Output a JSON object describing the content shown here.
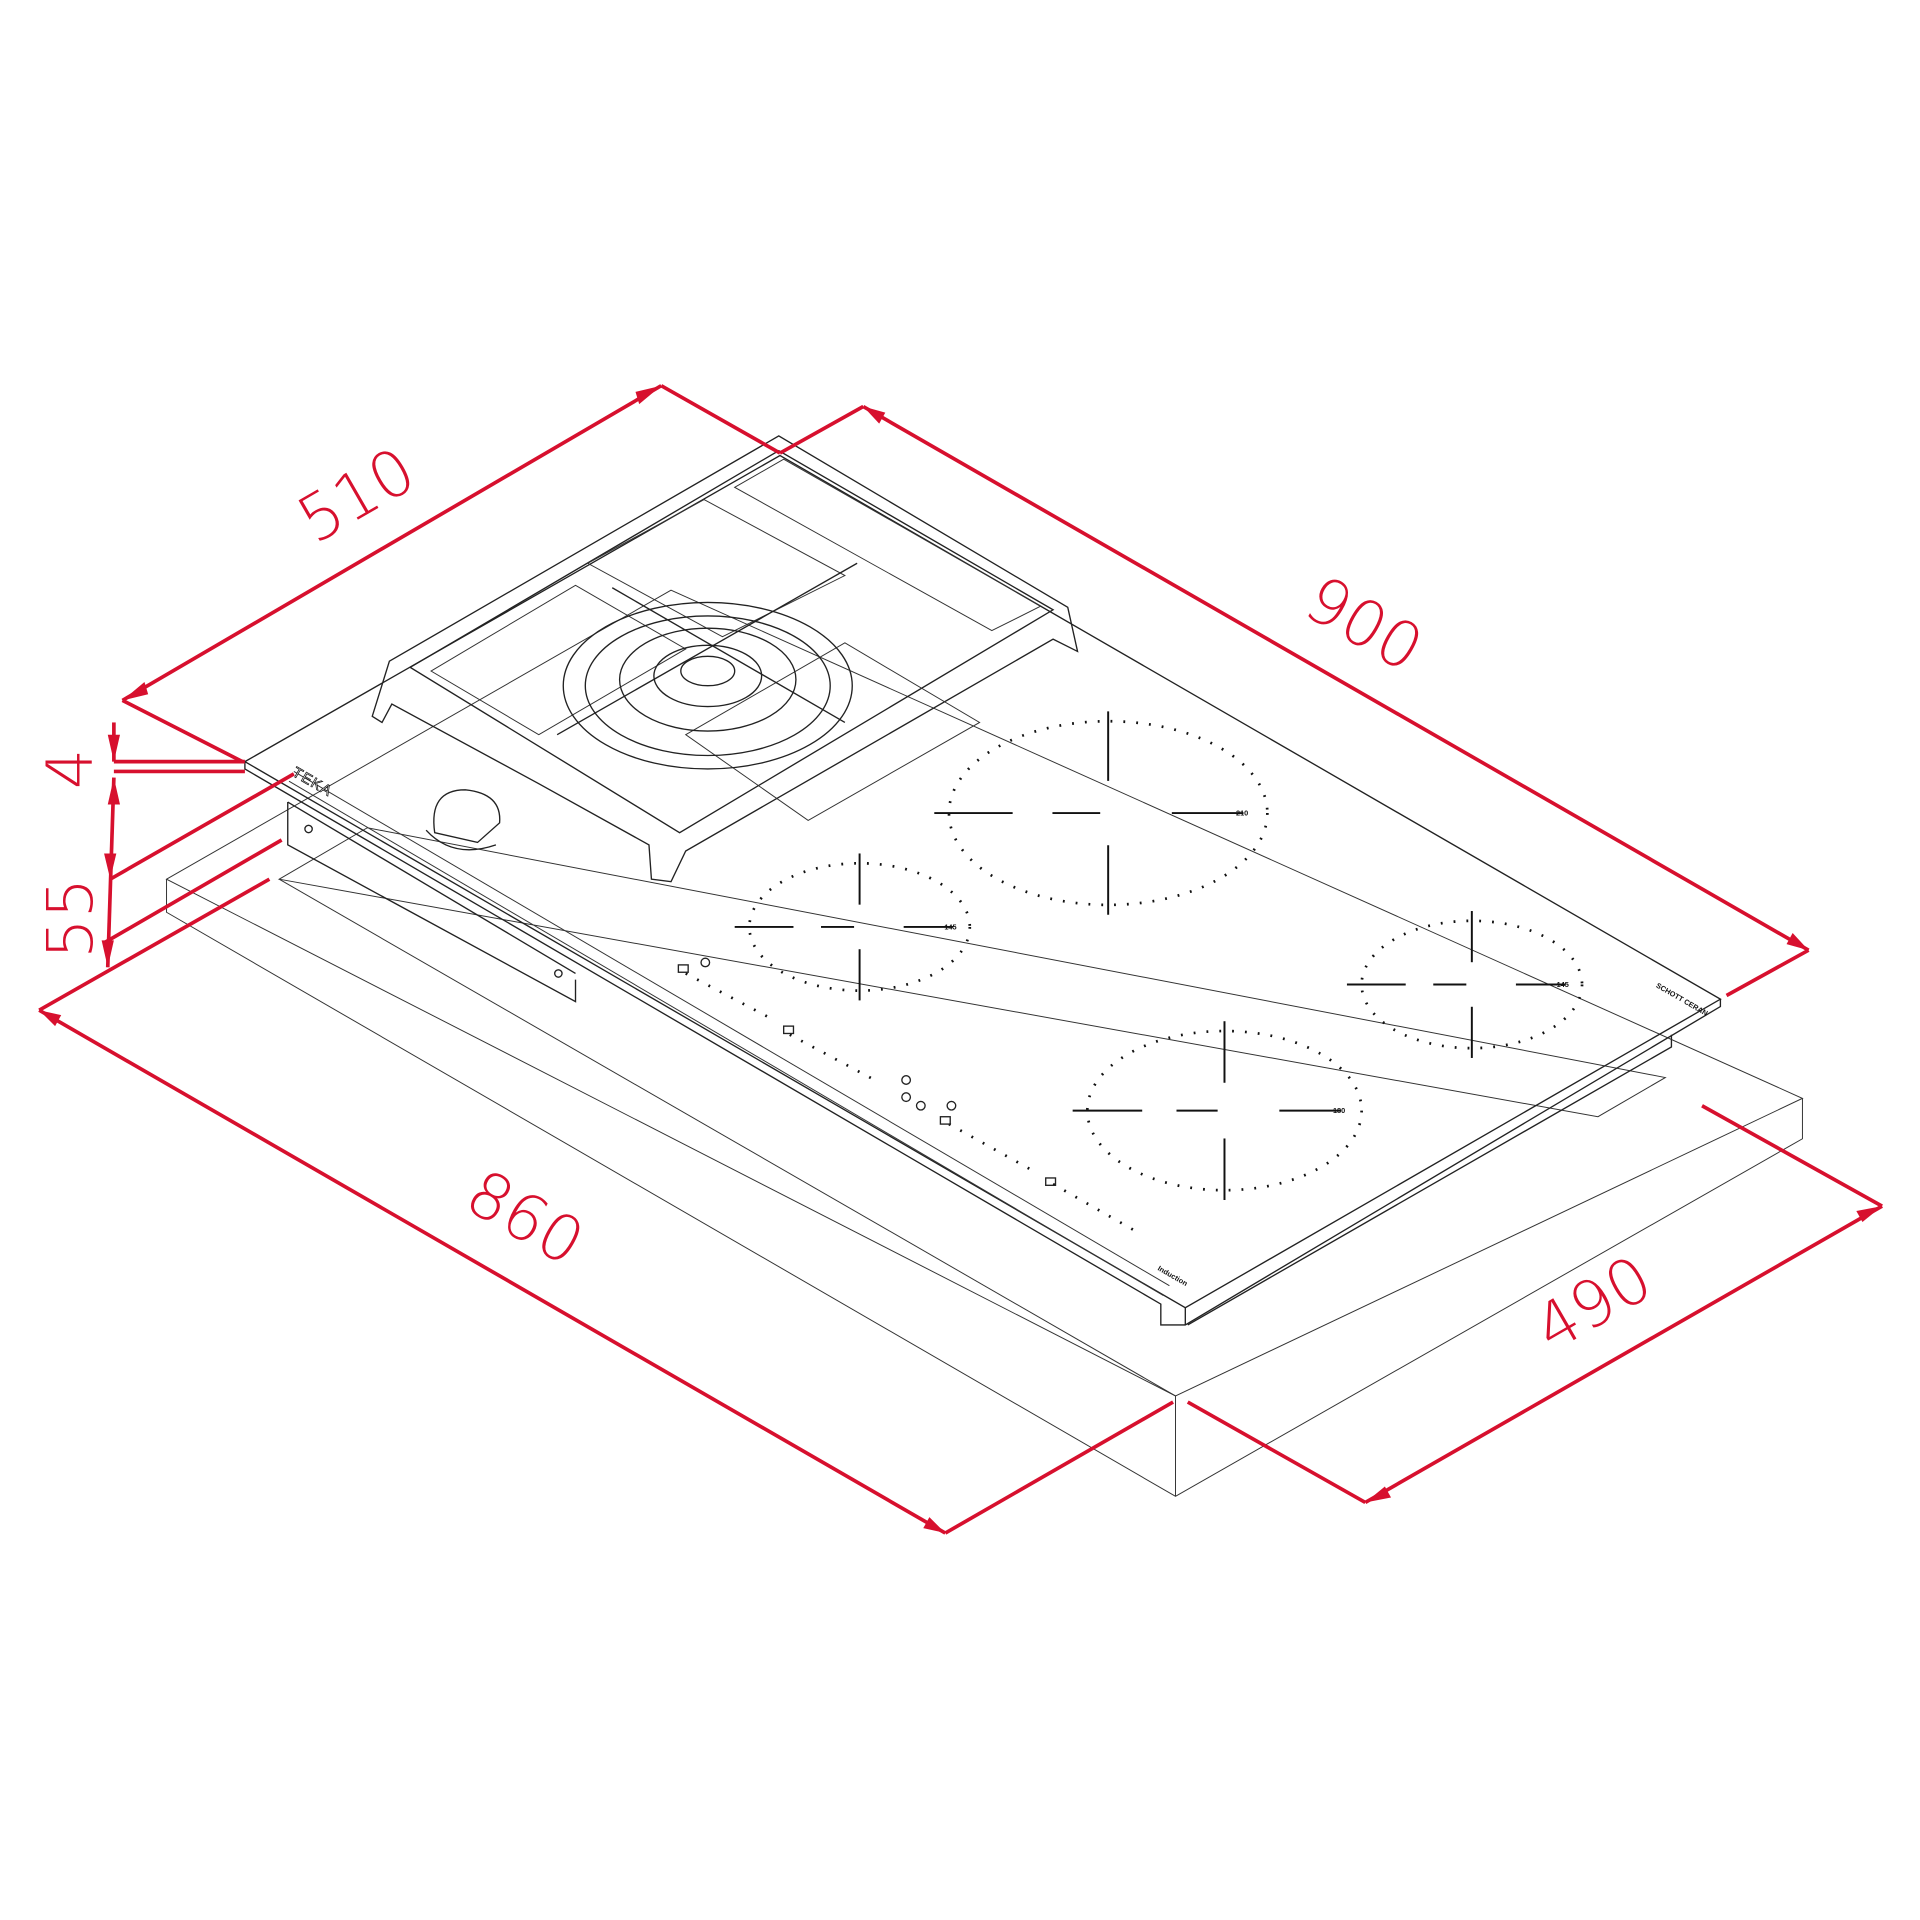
{
  "colors": {
    "dimension": "#d7102e",
    "drawing": "#222222",
    "background": "#ffffff"
  },
  "dimensions": {
    "depth_top": "510",
    "width_top": "900",
    "glass_thickness": "4",
    "built_in_height": "55",
    "cutout_width": "860",
    "cutout_depth": "490"
  },
  "zones": [
    {
      "label": "210"
    },
    {
      "label": "145"
    },
    {
      "label": "145"
    },
    {
      "label": "180"
    }
  ],
  "brand": "TEKA",
  "bottom_label": "Induction",
  "glass_label": "SCHOTT CERAN"
}
